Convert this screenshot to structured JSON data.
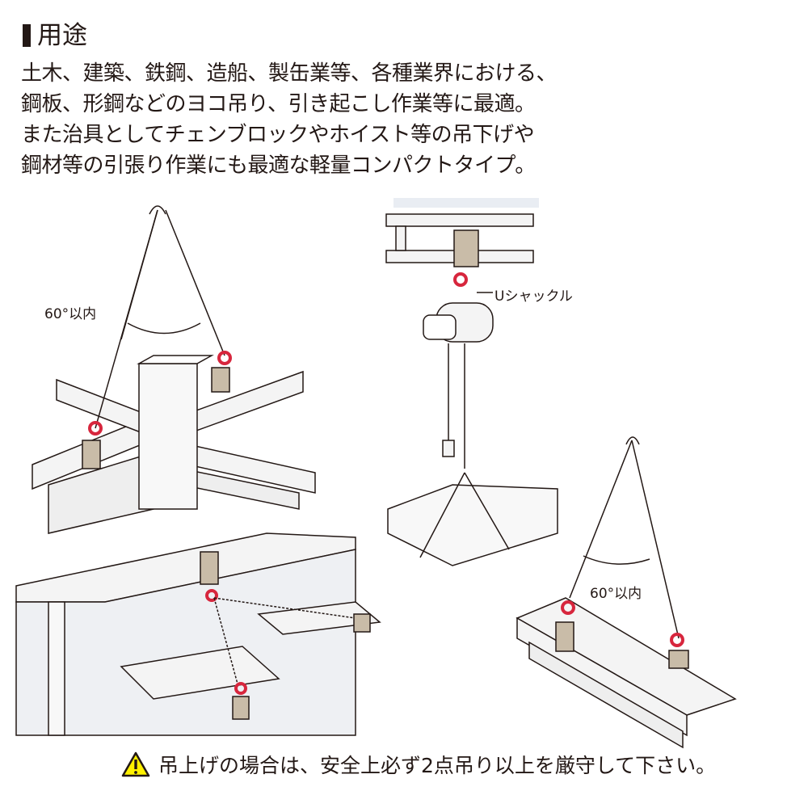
{
  "section": {
    "title": "用途"
  },
  "description": [
    "土木、建築、鉄鋼、造船、製缶業等、各種業界における、",
    "鋼板、形鋼などのヨコ吊り、引き起こし作業等に最適。",
    "また治具としてチェンブロックやホイスト等の吊下げや",
    "鋼材等の引張り作業にも最適な軽量コンパクトタイプ。"
  ],
  "illustrations": {
    "cross_beam_angle": "60°以内",
    "hoist_shackle": "Uシャックル",
    "single_beam_angle": "60°以内"
  },
  "warning": {
    "icon": "warning-triangle-icon",
    "text": "吊上げの場合は、安全上必ず2点吊り以上を厳守して下さい。",
    "icon_color": "#fff100"
  },
  "colors": {
    "clamp": "#c9bca8",
    "shackle": "#d7263d",
    "steel": "#f2f2f2",
    "line": "#231815"
  }
}
